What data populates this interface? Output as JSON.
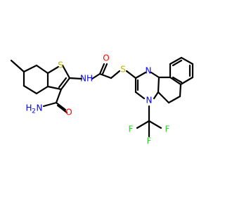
{
  "atoms": {
    "S1": {
      "text": "S",
      "color": "#b8b800"
    },
    "S2": {
      "text": "S",
      "color": "#b8b800"
    },
    "O1": {
      "text": "O",
      "color": "#ff0000"
    },
    "O2": {
      "text": "O",
      "color": "#ff0000"
    },
    "NH": {
      "text": "NH",
      "color": "#0000ff"
    },
    "N1": {
      "text": "N",
      "color": "#0000ff"
    },
    "N2": {
      "text": "N",
      "color": "#0000ff"
    },
    "H2N": {
      "text": "H",
      "color": "#0000ff"
    },
    "H2N_sub": {
      "text": "2",
      "color": "#0000ff"
    },
    "H2N_N": {
      "text": "N",
      "color": "#0000ff"
    },
    "F1": {
      "text": "F",
      "color": "#33cc33"
    },
    "F2": {
      "text": "F",
      "color": "#33cc33"
    },
    "F3": {
      "text": "F",
      "color": "#33cc33"
    }
  }
}
